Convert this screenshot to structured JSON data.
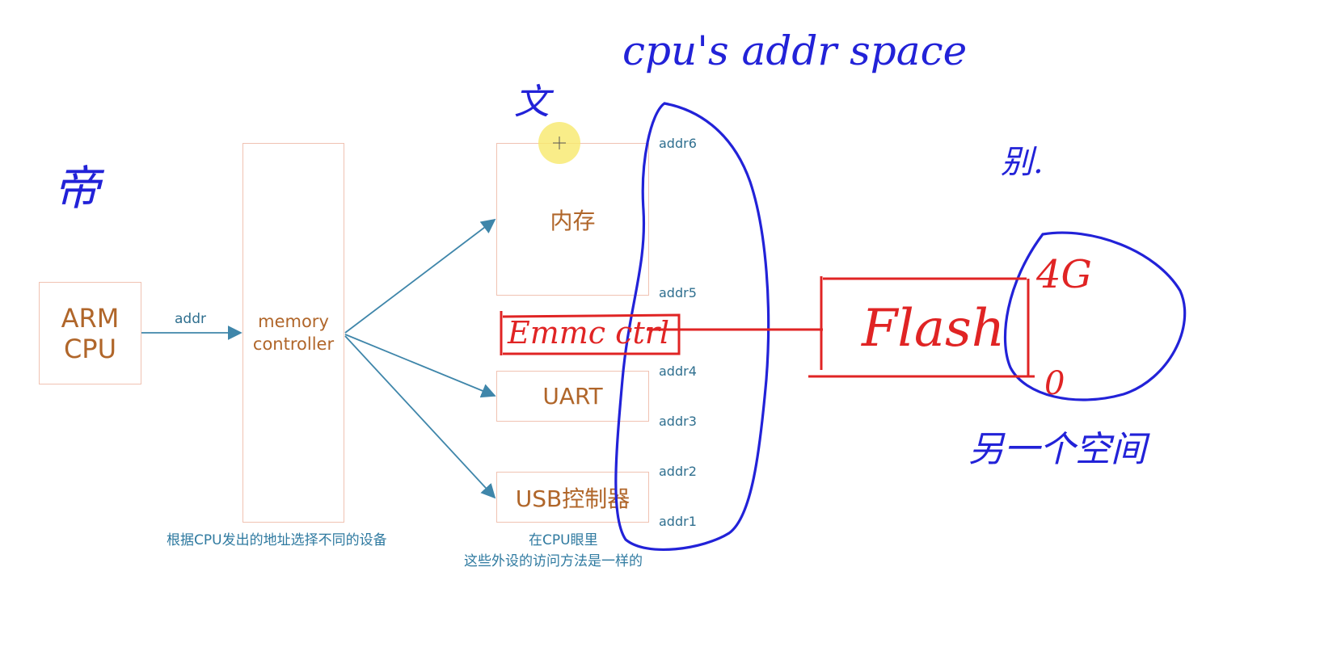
{
  "boxes": {
    "cpu": "ARM\nCPU",
    "memory_controller": "memory\ncontroller",
    "memory": "内存",
    "uart": "UART",
    "usb": "USB控制器"
  },
  "labels": {
    "addr_arrow": "addr",
    "addr6": "addr6",
    "addr5": "addr5",
    "addr4": "addr4",
    "addr3": "addr3",
    "addr2": "addr2",
    "addr1": "addr1"
  },
  "captions": {
    "controller_caption": "根据CPU发出的地址选择不同的设备",
    "device_caption_line1": "在CPU眼里",
    "device_caption_line2": "这些外设的访问方法是一样的"
  },
  "handwriting": {
    "cpu_addr_space": "cpu's addr space",
    "left_char": "帝",
    "top_char": "文",
    "top_right_char": "别.",
    "another_space": "另一个空间",
    "emmc": "Emmc ctrl",
    "flash": "Flash",
    "size_4g": "4G",
    "zero": "0"
  },
  "colors": {
    "box_border": "#f0c2b2",
    "box_text": "#b0662a",
    "arrow": "#3f86aa",
    "ink_blue": "#2222d8",
    "ink_red": "#e02424",
    "cursor": "#f7e96b"
  }
}
